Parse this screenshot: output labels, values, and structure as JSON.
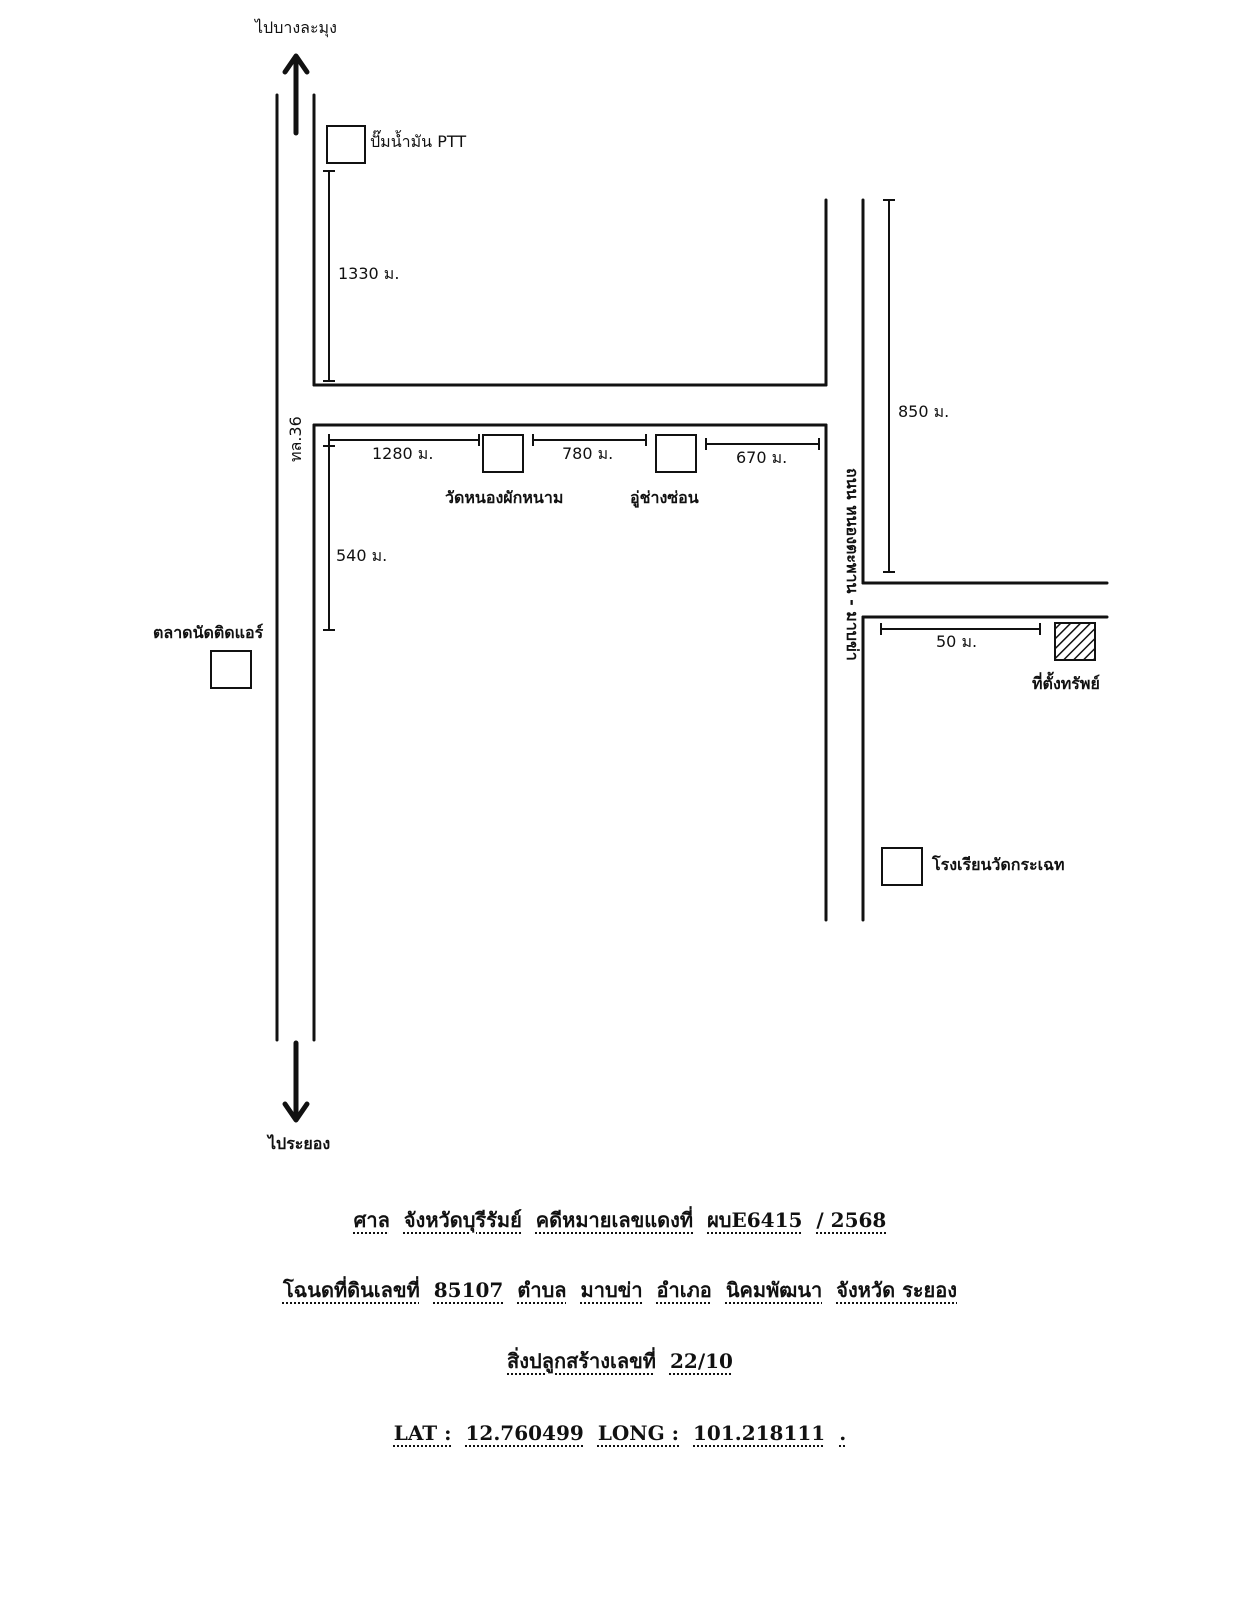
{
  "map": {
    "north_label": "ไปบางละมุง",
    "south_label": "ไประยอง",
    "highway_label": "ทล.36",
    "side_road_label": "ถนน หนองตะพาน - มาบข่า",
    "landmarks": {
      "ptt": "ปั๊มน้ำมัน PTT",
      "market": "ตลาดนัดติดแอร์",
      "temple": "วัดหนองผักหนาม",
      "garage": "อู่ช่างซ่อน",
      "school": "โรงเรียนวัดกระเฉท",
      "property": "ที่ตั้งทรัพย์"
    },
    "distances": {
      "d1330": "1330 ม.",
      "d1280": "1280 ม.",
      "d780": "780 ม.",
      "d670": "670 ม.",
      "d540": "540 ม.",
      "d850": "850 ม.",
      "d50": "50 ม."
    }
  },
  "footer": {
    "line1": [
      "ศาล",
      "จังหวัดบุรีรัมย์",
      "คดีหมายเลขแดงที่",
      "ผบE6415",
      "/ 2568"
    ],
    "line2": [
      "โฉนดที่ดินเลขที่",
      "85107",
      "ตำบล",
      "มาบข่า",
      "อำเภอ",
      "นิคมพัฒนา",
      "จังหวัด ระยอง"
    ],
    "line3": [
      "สิ่งปลูกสร้างเลขที่",
      "22/10"
    ],
    "line4": [
      "LAT :",
      "12.760499",
      "LONG :",
      "101.218111",
      "."
    ]
  },
  "colors": {
    "ink": "#111111",
    "paper": "#ffffff"
  }
}
